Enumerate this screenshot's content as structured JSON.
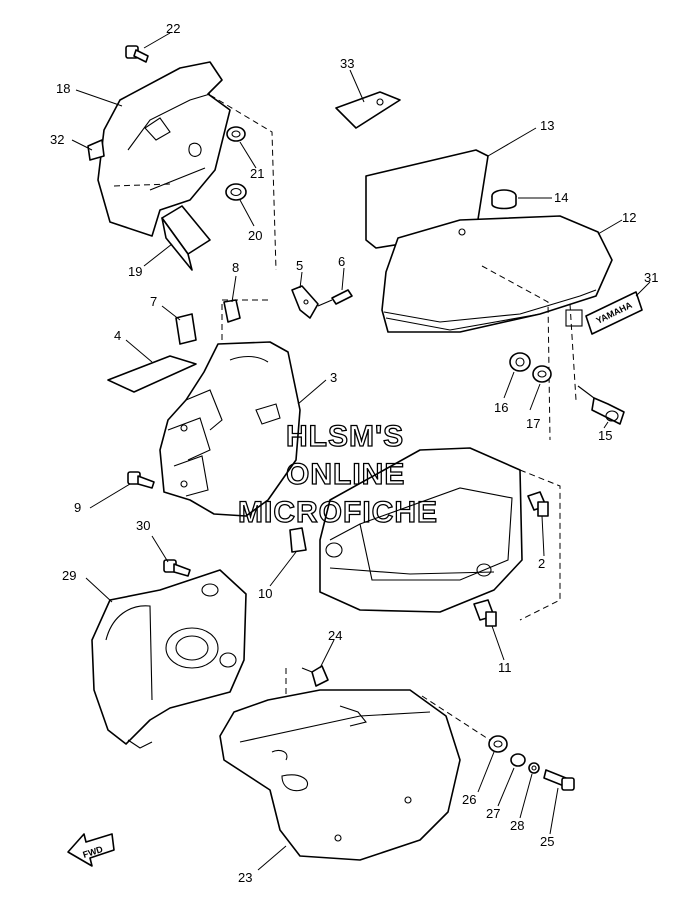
{
  "watermark": {
    "line1": "HLSM'S",
    "line2": "ONLINE",
    "line3": "MICROFICHE"
  },
  "fwd_label": "FWD",
  "decal_text": "YAMAHA",
  "callouts": [
    "22",
    "18",
    "32",
    "21",
    "20",
    "19",
    "33",
    "13",
    "14",
    "12",
    "8",
    "5",
    "6",
    "31",
    "7",
    "4",
    "3",
    "16",
    "17",
    "15",
    "9",
    "2",
    "30",
    "10",
    "29",
    "11",
    "24",
    "26",
    "27",
    "28",
    "25",
    "23"
  ]
}
